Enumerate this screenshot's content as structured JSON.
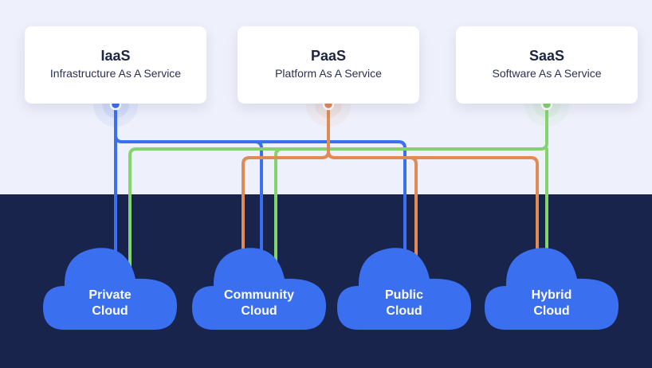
{
  "services": [
    {
      "abbr": "IaaS",
      "name": "Infrastructure As A Service",
      "color": "#3a6ff0"
    },
    {
      "abbr": "PaaS",
      "name": "Platform As A Service",
      "color": "#e08a55"
    },
    {
      "abbr": "SaaS",
      "name": "Software As A Service",
      "color": "#84d46d"
    }
  ],
  "clouds": [
    {
      "line1": "Private",
      "line2": "Cloud"
    },
    {
      "line1": "Community",
      "line2": "Cloud"
    },
    {
      "line1": "Public",
      "line2": "Cloud"
    },
    {
      "line1": "Hybrid",
      "line2": "Cloud"
    }
  ],
  "colors": {
    "top_background": "#eef0fb",
    "bottom_background": "#19244d",
    "cloud_fill": "#3a6ff0"
  }
}
